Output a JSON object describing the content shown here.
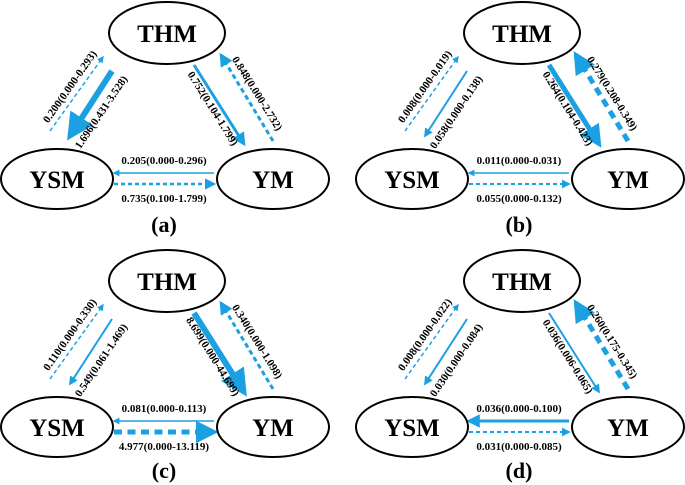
{
  "colors": {
    "arrow": "#1ba1e2",
    "node_stroke": "#000000",
    "text": "#000000"
  },
  "panels": [
    {
      "label": "(a)",
      "nodes": {
        "top": "THM",
        "left": "YSM",
        "right": "YM"
      },
      "edges": {
        "ysm_to_thm": {
          "text": "0.200(0.000-0.293)",
          "style": "dashed",
          "weight": 1.5
        },
        "thm_to_ysm": {
          "text": "1.696(0.431-3.528)",
          "style": "solid",
          "weight": 6
        },
        "thm_to_ym": {
          "text": "0.752(0.104-1.799)",
          "style": "solid",
          "weight": 3
        },
        "ym_to_thm": {
          "text": "0.848(0.000-2.732)",
          "style": "dashed",
          "weight": 3
        },
        "ym_to_ysm": {
          "text": "0.205(0.000-0.296)",
          "style": "solid",
          "weight": 1.5
        },
        "ysm_to_ym": {
          "text": "0.735(0.100-1.799)",
          "style": "dashed",
          "weight": 2.5
        }
      }
    },
    {
      "label": "(b)",
      "nodes": {
        "top": "THM",
        "left": "YSM",
        "right": "YM"
      },
      "edges": {
        "ysm_to_thm": {
          "text": "0.008(0.000-0.019)",
          "style": "dashed",
          "weight": 1.5
        },
        "thm_to_ysm": {
          "text": "0.058(0.000-0.138)",
          "style": "solid",
          "weight": 2
        },
        "thm_to_ym": {
          "text": "0.264(0.104-0.423)",
          "style": "solid",
          "weight": 5
        },
        "ym_to_thm": {
          "text": "0.279(0.208-0.349)",
          "style": "dashed",
          "weight": 5
        },
        "ym_to_ysm": {
          "text": "0.011(0.000-0.031)",
          "style": "solid",
          "weight": 1.5
        },
        "ysm_to_ym": {
          "text": "0.055(0.000-0.132)",
          "style": "dashed",
          "weight": 2
        }
      }
    },
    {
      "label": "(c)",
      "nodes": {
        "top": "THM",
        "left": "YSM",
        "right": "YM"
      },
      "edges": {
        "ysm_to_thm": {
          "text": "0.110(0.000-0.330)",
          "style": "dashed",
          "weight": 1.5
        },
        "thm_to_ysm": {
          "text": "0.549(0.061-1.469)",
          "style": "solid",
          "weight": 2
        },
        "thm_to_ym": {
          "text": "8.699(0.000-44.699)",
          "style": "solid",
          "weight": 6
        },
        "ym_to_thm": {
          "text": "0.340(0.000-1.098)",
          "style": "dashed",
          "weight": 3
        },
        "ym_to_ysm": {
          "text": "0.081(0.000-0.113)",
          "style": "solid",
          "weight": 1.5
        },
        "ysm_to_ym": {
          "text": "4.977(0.000-13.119)",
          "style": "dashed",
          "weight": 5
        }
      }
    },
    {
      "label": "(d)",
      "nodes": {
        "top": "THM",
        "left": "YSM",
        "right": "YM"
      },
      "edges": {
        "ysm_to_thm": {
          "text": "0.008(0.000-0.022)",
          "style": "dashed",
          "weight": 1.5
        },
        "thm_to_ysm": {
          "text": "0.030(0.000-0.084)",
          "style": "solid",
          "weight": 2
        },
        "thm_to_ym": {
          "text": "0.036(0.006-0.065)",
          "style": "solid",
          "weight": 2
        },
        "ym_to_thm": {
          "text": "0.260(0.175-0.345)",
          "style": "dashed",
          "weight": 5
        },
        "ym_to_ysm": {
          "text": "0.036(0.000-0.100)",
          "style": "solid",
          "weight": 3
        },
        "ysm_to_ym": {
          "text": "0.031(0.000-0.085)",
          "style": "dashed",
          "weight": 2
        }
      }
    }
  ]
}
